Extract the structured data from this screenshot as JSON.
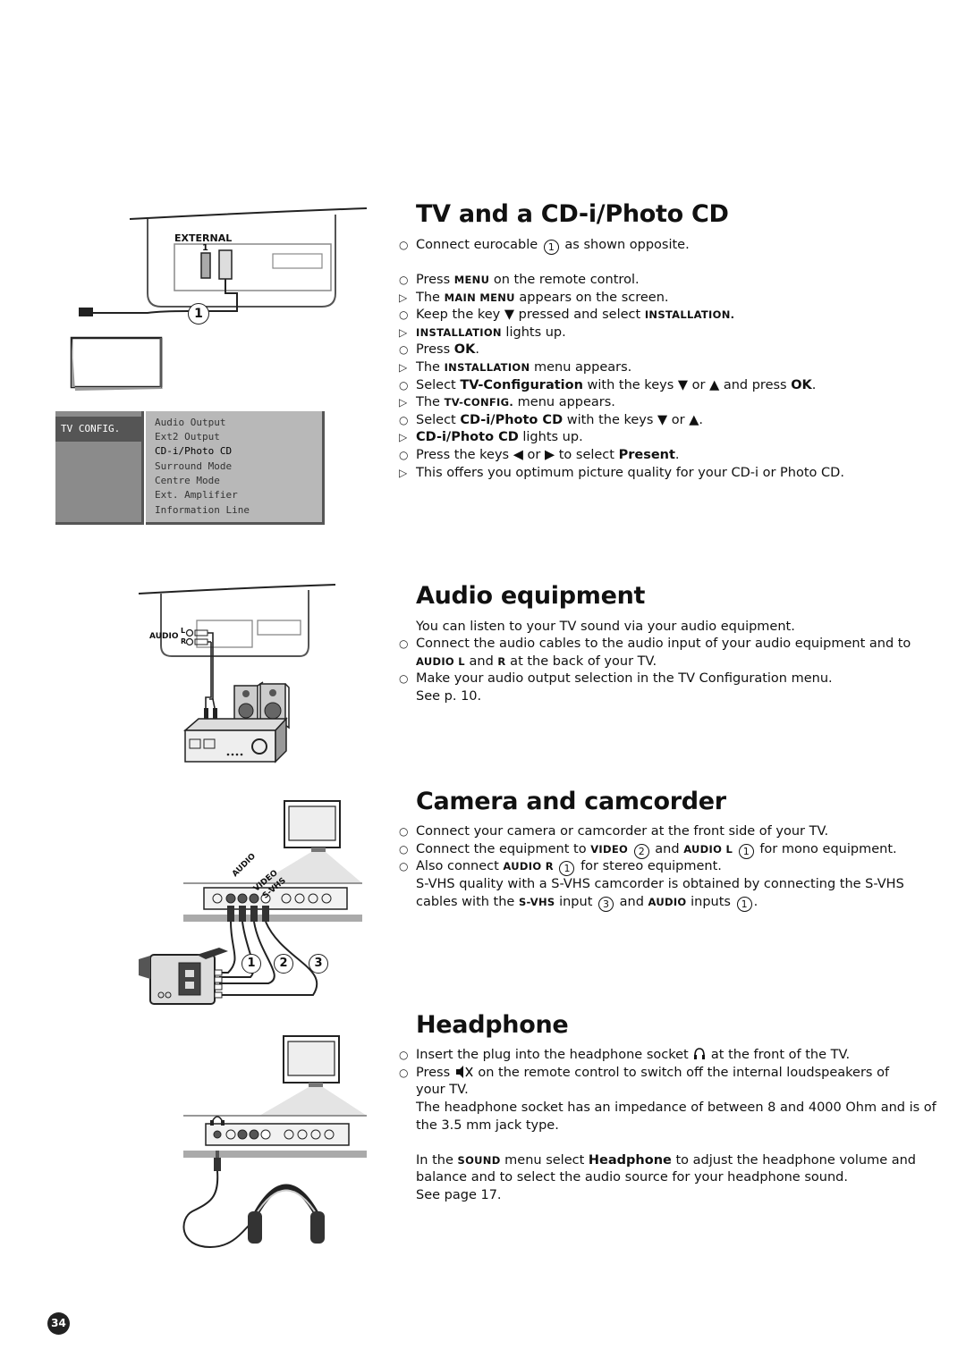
{
  "page_number": "34",
  "cdi": {
    "title": "TV and  a CD-i/Photo CD",
    "diagram": {
      "external_label": "EXTERNAL",
      "port_number": "1",
      "cable_number": "1"
    },
    "tv_menu": {
      "tab": "TV CONFIG.",
      "items": [
        "Audio Output",
        "Ext2 Output",
        "CD-i/Photo CD",
        "Surround Mode",
        "Centre Mode",
        "Ext. Amplifier",
        "Information Line"
      ]
    },
    "l1": {
      "a": "Connect eurocable ",
      "n": "1",
      "b": " as shown opposite."
    },
    "l2": {
      "a": "Press ",
      "k": "MENU",
      "b": " on the remote control."
    },
    "l3": {
      "a": "The ",
      "k": "MAIN MENU",
      "b": " appears on the screen."
    },
    "l4": {
      "a": "Keep the key ",
      "arrow": "▼",
      "b": " pressed and select ",
      "k": "INSTALLATION."
    },
    "l5": {
      "k": "INSTALLATION",
      "b": " lights up."
    },
    "l6": {
      "a": "Press ",
      "k": "OK",
      "b": "."
    },
    "l7": {
      "a": "The ",
      "k": "INSTALLATION",
      "b": " menu appears."
    },
    "l8": {
      "a": "Select ",
      "k": "TV-Configuration",
      "b": " with the keys ",
      "arrow1": "▼",
      "c": " or ",
      "arrow2": "▲",
      "d": " and press ",
      "k2": "OK",
      "e": "."
    },
    "l9": {
      "a": "The ",
      "k": "TV-CONFIG.",
      "b": " menu appears."
    },
    "l10": {
      "a": "Select ",
      "k": "CD-i/Photo CD",
      "b": " with the keys ",
      "arrow1": "▼",
      "c": " or ",
      "arrow2": "▲",
      "d": "."
    },
    "l11": {
      "k": "CD-i/Photo CD",
      "b": " lights up."
    },
    "l12": {
      "a": "Press the keys ",
      "arrow1": "◀",
      "c": " or ",
      "arrow2": "▶",
      "d": " to select ",
      "k": "Present",
      "e": "."
    },
    "l13": {
      "a": "This offers you optimum picture quality for your CD-i or Photo CD."
    }
  },
  "audio": {
    "title": "Audio equipment",
    "diagram": {
      "audio": "AUDIO",
      "l": "L",
      "r": "R"
    },
    "l1": {
      "a": "You can listen to your TV sound via your audio equipment."
    },
    "l2": {
      "a": "Connect the audio cables to the audio input of your audio equipment and to"
    },
    "l3": {
      "k": "AUDIO L",
      "a": " and ",
      "k2": "R",
      "b": " at the back of your TV."
    },
    "l4": {
      "a": "Make your audio output selection in the TV Configuration menu."
    },
    "l5": {
      "a": "See p. 10."
    }
  },
  "camera": {
    "title": "Camera and camcorder",
    "diagram": {
      "audio": "AUDIO",
      "video": "VIDEO",
      "svhs": "S-VHS",
      "n1": "1",
      "n2": "2",
      "n3": "3"
    },
    "l1": {
      "a": "Connect your camera or camcorder at the front side of your TV."
    },
    "l2": {
      "a": "Connect the equipment to ",
      "k": "VIDEO",
      "n": "2",
      "b": " and ",
      "k2": "AUDIO L",
      "n2": "1",
      "c": " for mono equipment."
    },
    "l3": {
      "a": "Also connect ",
      "k": "AUDIO R",
      "n": "1",
      "b": " for stereo equipment."
    },
    "l4": {
      "a": "S-VHS quality with a S-VHS camcorder is obtained by connecting the S-VHS"
    },
    "l5": {
      "a": "cables with the ",
      "k": "S-VHS",
      "b": " input ",
      "n": "3",
      "c": " and ",
      "k2": "AUDIO",
      "d": " inputs ",
      "n2": "1",
      "e": "."
    }
  },
  "headphone": {
    "title": "Headphone",
    "l1": {
      "a": "Insert the plug into the headphone socket ",
      "icon": "headphone-socket-icon",
      "b": " at the front of the TV."
    },
    "l2": {
      "a": "Press ",
      "icon": "mute-icon",
      "b": " on the remote control to switch off the internal loudspeakers of"
    },
    "l3": {
      "a": "your TV."
    },
    "l4": {
      "a": "The headphone socket has an impedance of between 8 and 4000 Ohm and is of"
    },
    "l5": {
      "a": "the 3.5 mm jack type."
    },
    "l6": {
      "a": "In the ",
      "k": "SOUND",
      "b": " menu select ",
      "k2": "Headphone",
      "c": " to adjust the headphone volume and"
    },
    "l7": {
      "a": "balance and to select the audio source for your headphone sound."
    },
    "l8": {
      "a": "See page 17."
    }
  }
}
